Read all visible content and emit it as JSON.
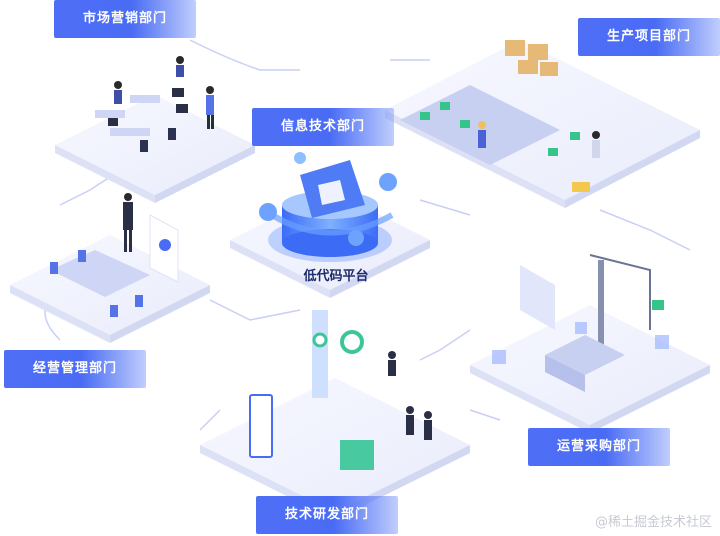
{
  "departments": {
    "marketing": "市场营销部门",
    "production": "生产项目部门",
    "it": "信息技术部门",
    "operations_mgmt": "经营管理部门",
    "procurement": "运营采购部门",
    "rnd": "技术研发部门"
  },
  "platform": "低代码平台",
  "watermark": "@稀土掘金技术社区",
  "colors": {
    "label_blue": "#4f6ef6",
    "platform_blue": "#5b8cff",
    "tile": "#eef0fb",
    "line": "#c9cff5"
  }
}
